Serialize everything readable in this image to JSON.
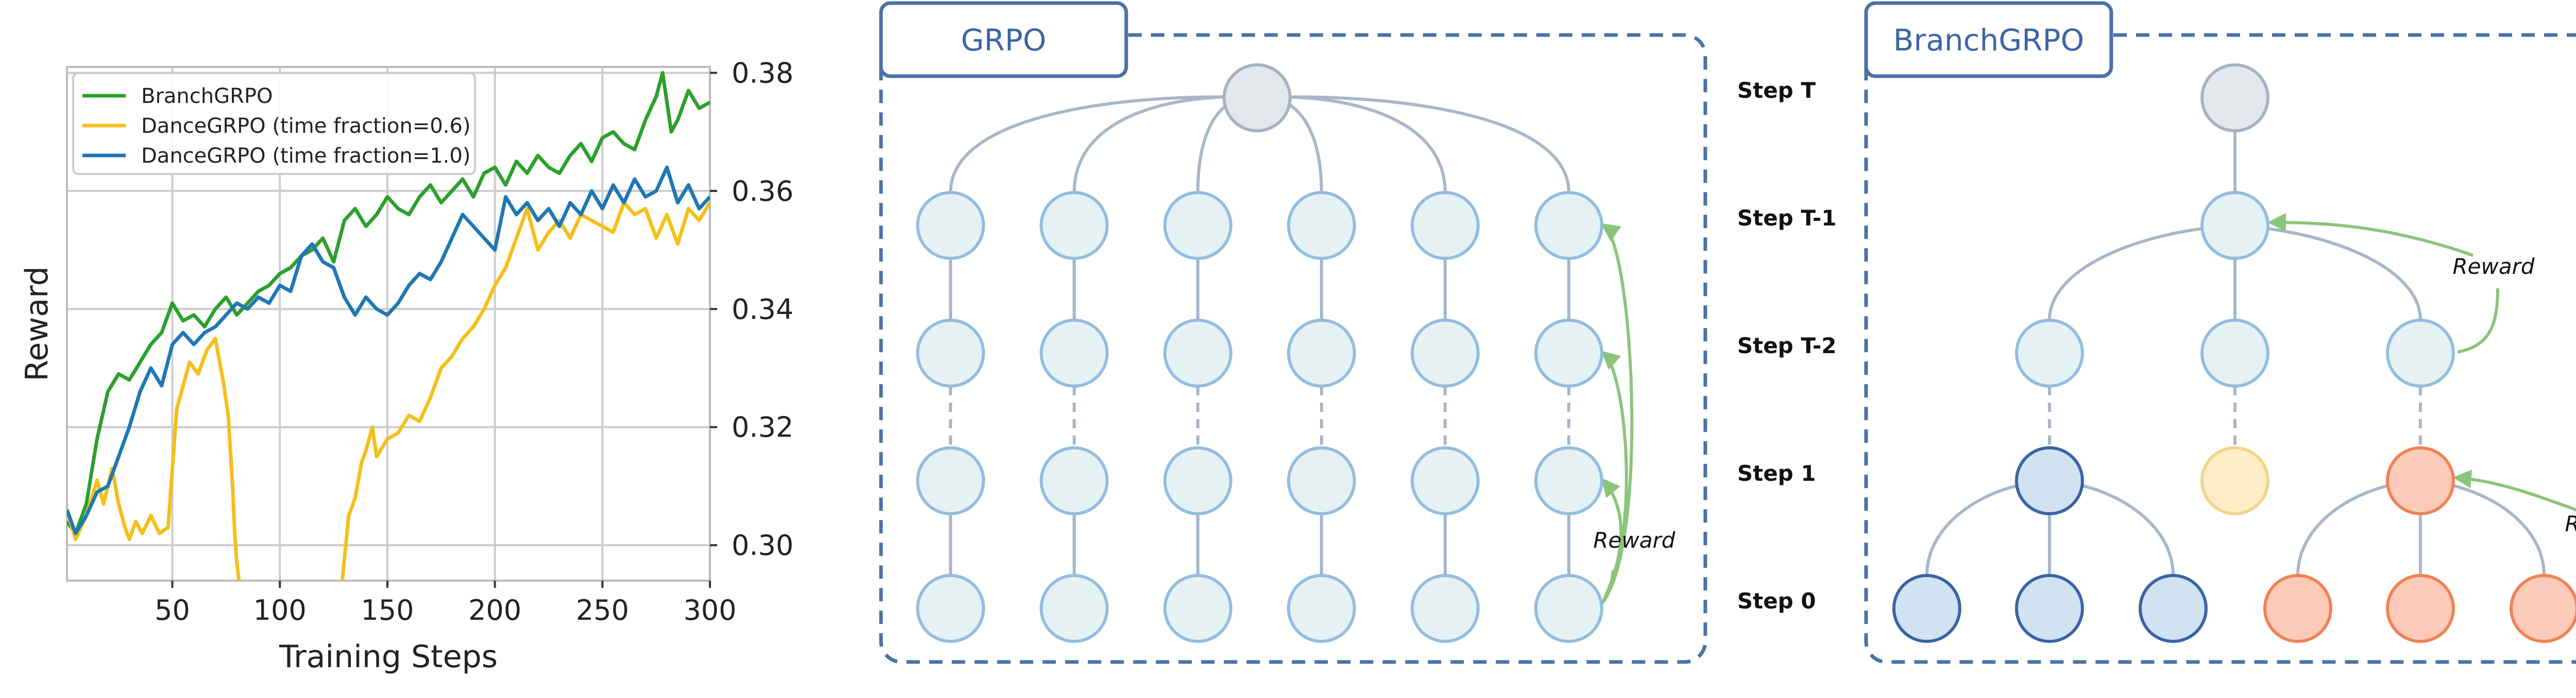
{
  "colors": {
    "green": "#2ca02c",
    "yellow": "#f5bf1a",
    "blue": "#1f77b4",
    "grid": "#cccccc",
    "box_border": "#4a72a8",
    "title_blue": "#3c64a8",
    "node_fill": "#e6f1f3",
    "node_stroke": "#92bde0",
    "root_fill": "#e2e7ec",
    "root_stroke": "#a6b2c2",
    "edge": "#a8b6c8",
    "reward_arrow": "#8cc47a",
    "blue_node_fill": "#d1e2f3",
    "blue_node_stroke": "#3865a2",
    "yellow_node_fill": "#fdeec8",
    "yellow_node_stroke": "#f5d38a",
    "orange_node_fill": "#fbcab8",
    "orange_node_stroke": "#ef8354"
  },
  "chart_data": {
    "type": "line",
    "xlabel": "Training Steps",
    "ylabel": "Reward",
    "xlim": [
      1,
      300
    ],
    "ylim": [
      0.294,
      0.381
    ],
    "xticks": [
      "50",
      "100",
      "150",
      "200",
      "250",
      "300"
    ],
    "yticks": [
      "0.30",
      "0.32",
      "0.34",
      "0.36",
      "0.38"
    ],
    "grid": true,
    "legend_position": "top-left",
    "series": [
      {
        "name": "BranchGRPO",
        "color": "#2ca02c",
        "x": [
          1,
          5,
          10,
          15,
          20,
          25,
          30,
          35,
          40,
          45,
          50,
          55,
          60,
          65,
          70,
          75,
          80,
          85,
          90,
          95,
          100,
          105,
          110,
          115,
          120,
          125,
          130,
          135,
          140,
          145,
          150,
          155,
          160,
          165,
          170,
          175,
          180,
          185,
          190,
          195,
          200,
          205,
          210,
          215,
          220,
          225,
          230,
          235,
          240,
          245,
          250,
          255,
          260,
          265,
          270,
          275,
          278,
          282,
          285,
          290,
          295,
          300
        ],
        "y": [
          0.304,
          0.302,
          0.307,
          0.318,
          0.326,
          0.329,
          0.328,
          0.331,
          0.334,
          0.336,
          0.341,
          0.338,
          0.339,
          0.337,
          0.34,
          0.342,
          0.339,
          0.341,
          0.343,
          0.344,
          0.346,
          0.347,
          0.349,
          0.35,
          0.352,
          0.348,
          0.355,
          0.357,
          0.354,
          0.356,
          0.359,
          0.357,
          0.356,
          0.359,
          0.361,
          0.358,
          0.36,
          0.362,
          0.359,
          0.363,
          0.364,
          0.361,
          0.365,
          0.363,
          0.366,
          0.364,
          0.363,
          0.366,
          0.368,
          0.365,
          0.369,
          0.37,
          0.368,
          0.367,
          0.372,
          0.376,
          0.38,
          0.37,
          0.372,
          0.377,
          0.374,
          0.375
        ]
      },
      {
        "name": "DanceGRPO (time fraction=0.6)",
        "color": "#f5bf1a",
        "segments": [
          {
            "x": [
              1,
              5,
              10,
              15,
              18,
              22,
              25,
              28,
              30,
              33,
              36,
              40,
              44,
              48,
              52,
              55,
              58,
              62,
              66,
              70,
              74,
              76,
              78,
              79,
              80,
              81
            ],
            "y": [
              0.306,
              0.301,
              0.305,
              0.311,
              0.307,
              0.313,
              0.307,
              0.303,
              0.301,
              0.304,
              0.302,
              0.305,
              0.302,
              0.303,
              0.323,
              0.327,
              0.331,
              0.329,
              0.333,
              0.335,
              0.327,
              0.322,
              0.31,
              0.302,
              0.297,
              0.294
            ]
          },
          {
            "x": [
              129,
              132,
              135,
              138,
              140,
              143,
              145,
              150,
              155,
              160,
              165,
              170,
              175,
              180,
              185,
              190,
              195,
              200,
              205,
              210,
              215,
              220,
              225,
              230,
              235,
              240,
              245,
              250,
              255,
              260,
              265,
              270,
              275,
              280,
              285,
              290,
              295,
              300
            ],
            "y": [
              0.294,
              0.305,
              0.308,
              0.314,
              0.316,
              0.32,
              0.315,
              0.318,
              0.319,
              0.322,
              0.321,
              0.325,
              0.33,
              0.332,
              0.335,
              0.337,
              0.34,
              0.344,
              0.347,
              0.352,
              0.357,
              0.35,
              0.353,
              0.355,
              0.352,
              0.356,
              0.355,
              0.354,
              0.353,
              0.358,
              0.356,
              0.357,
              0.352,
              0.356,
              0.351,
              0.357,
              0.355,
              0.358
            ]
          }
        ]
      },
      {
        "name": "DanceGRPO (time fraction=1.0)",
        "color": "#1f77b4",
        "x": [
          1,
          5,
          10,
          15,
          20,
          25,
          30,
          35,
          40,
          45,
          50,
          55,
          60,
          65,
          70,
          75,
          80,
          85,
          90,
          95,
          100,
          105,
          110,
          115,
          120,
          125,
          130,
          135,
          140,
          145,
          150,
          155,
          160,
          165,
          170,
          175,
          180,
          185,
          190,
          195,
          200,
          205,
          210,
          215,
          220,
          225,
          230,
          235,
          240,
          245,
          250,
          255,
          260,
          265,
          270,
          275,
          280,
          285,
          290,
          295,
          300
        ],
        "y": [
          0.306,
          0.302,
          0.305,
          0.309,
          0.31,
          0.315,
          0.32,
          0.326,
          0.33,
          0.327,
          0.334,
          0.336,
          0.334,
          0.336,
          0.337,
          0.339,
          0.341,
          0.34,
          0.342,
          0.341,
          0.344,
          0.343,
          0.349,
          0.351,
          0.348,
          0.347,
          0.342,
          0.339,
          0.342,
          0.34,
          0.339,
          0.341,
          0.344,
          0.346,
          0.345,
          0.348,
          0.352,
          0.356,
          0.354,
          0.352,
          0.35,
          0.359,
          0.356,
          0.358,
          0.355,
          0.357,
          0.354,
          0.358,
          0.356,
          0.36,
          0.357,
          0.361,
          0.358,
          0.362,
          0.359,
          0.36,
          0.364,
          0.358,
          0.361,
          0.357,
          0.359
        ]
      }
    ]
  },
  "diagram": {
    "grpo_title": "GRPO",
    "branch_title": "BranchGRPO",
    "steps": [
      "Step T",
      "Step T-1",
      "Step T-2",
      "Step 1",
      "Step 0"
    ],
    "reward_label": "Reward"
  }
}
